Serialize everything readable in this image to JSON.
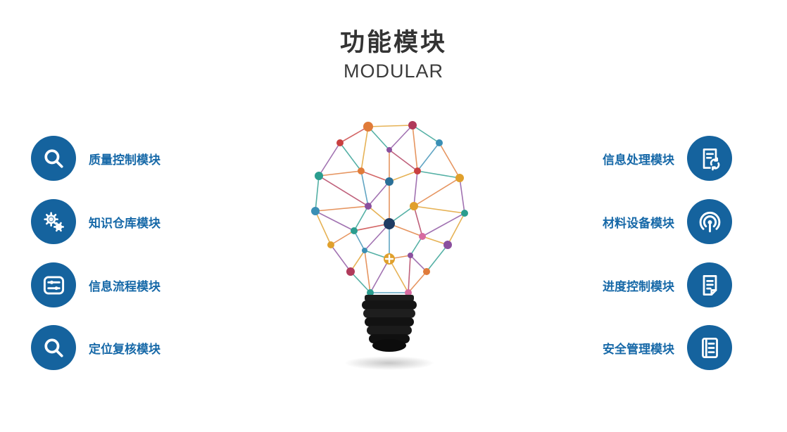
{
  "header": {
    "title": "功能模块",
    "subtitle": "MODULAR"
  },
  "colors": {
    "icon_circle": "#15639e",
    "label_text": "#1769a8",
    "title_text": "#333333"
  },
  "modules": {
    "left": [
      {
        "label": "质量控制模块",
        "icon": "magnifier-icon"
      },
      {
        "label": "知识仓库模块",
        "icon": "gears-icon"
      },
      {
        "label": "信息流程模块",
        "icon": "sliders-icon"
      },
      {
        "label": "定位复核模块",
        "icon": "magnifier-icon"
      }
    ],
    "right": [
      {
        "label": "信息处理模块",
        "icon": "document-sync-icon"
      },
      {
        "label": "材料设备模块",
        "icon": "broadcast-icon"
      },
      {
        "label": "进度控制模块",
        "icon": "document-icon"
      },
      {
        "label": "安全管理模块",
        "icon": "clipboard-list-icon"
      }
    ]
  },
  "illustration": "network-lightbulb"
}
